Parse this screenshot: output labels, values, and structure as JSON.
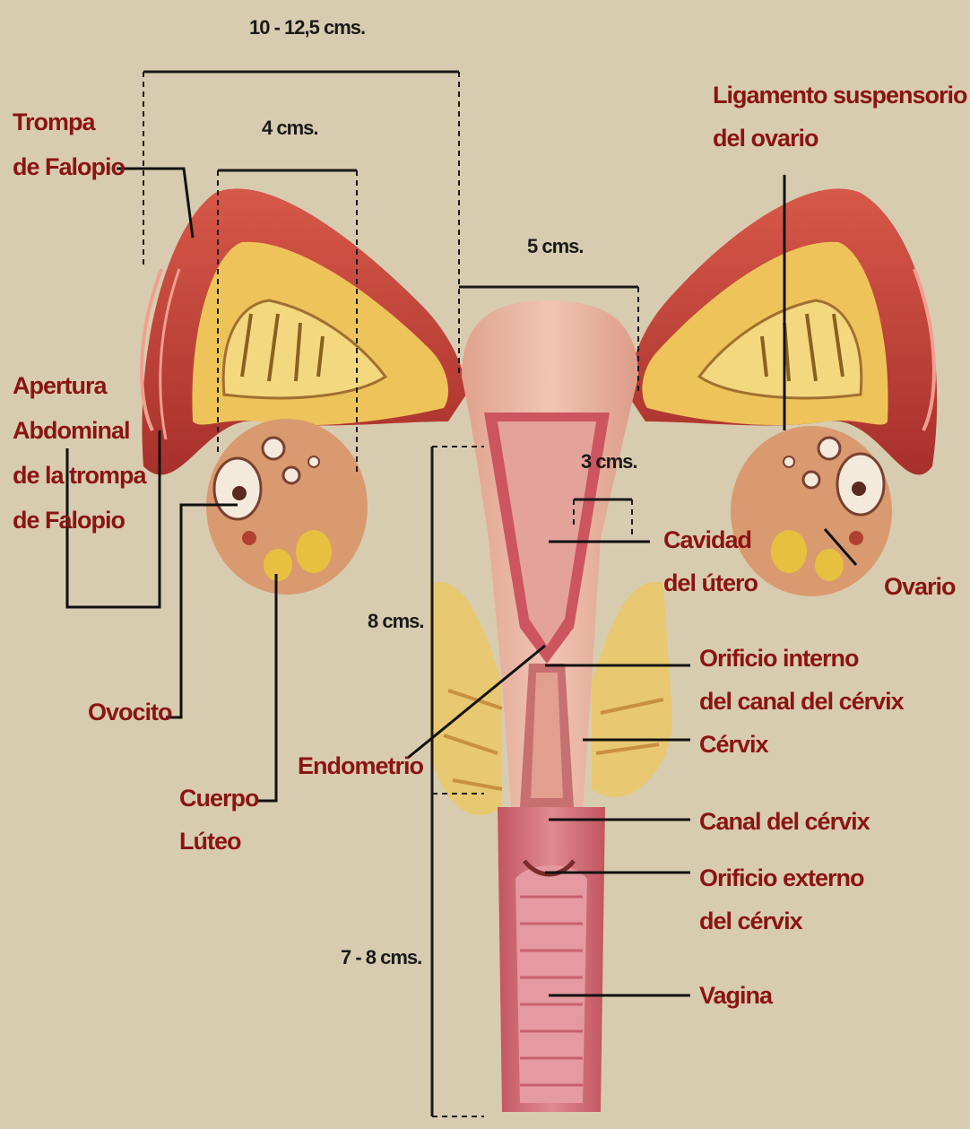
{
  "labels": {
    "trompa": [
      "Trompa",
      "de Falopio"
    ],
    "ligamento": [
      "Ligamento suspensorio",
      "del ovario"
    ],
    "apertura": [
      "Apertura",
      "Abdominal",
      "de la trompa",
      "de Falopio"
    ],
    "cavidad": [
      "Cavidad",
      "del útero"
    ],
    "ovario": "Ovario",
    "orificio_interno": [
      "Orificio interno",
      "del canal del cérvix"
    ],
    "ovocito": "Ovocito",
    "cervix": "Cérvix",
    "endometrio": "Endometrio",
    "cuerpo_luteo": [
      "Cuerpo",
      "Lúteo"
    ],
    "canal_cervix": "Canal del cérvix",
    "orificio_externo": [
      "Orificio externo",
      "del cérvix"
    ],
    "vagina": "Vagina"
  },
  "dimensions": {
    "width_total": "10 - 12,5 cms.",
    "tube": "4 cms.",
    "uterus_width": "5 cms.",
    "cavity_width": "3 cms.",
    "uterus_length": "8 cms.",
    "vagina_length": "7 - 8 cms."
  },
  "colors": {
    "background": "#d8ccb0",
    "label_text": "#8a1414",
    "uterus": "#e4a898",
    "tube_red": "#c0463c",
    "ovary": "#d99a70",
    "fat_yellow": "#e6c040",
    "vagina": "#d4707a"
  }
}
